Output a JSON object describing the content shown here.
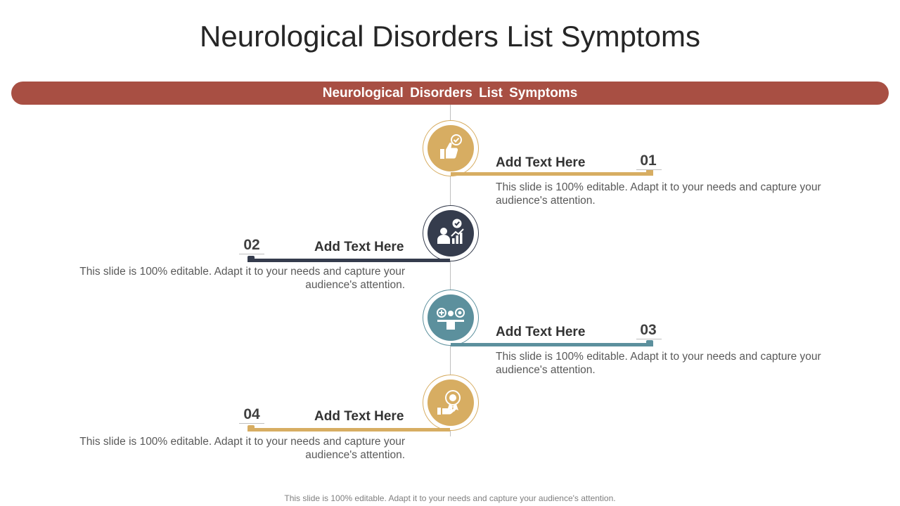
{
  "title": "Neurological Disorders List Symptoms",
  "banner": "Neurological Disorders List Symptoms",
  "colors": {
    "banner": "#a84f43",
    "gold": "#d7ad62",
    "navy": "#353c4d",
    "teal": "#5c909d"
  },
  "items": [
    {
      "number": "01",
      "heading": "Add Text Here",
      "description": "This slide is 100% editable. Adapt it to your needs and capture your audience's attention.",
      "icon": "thumbs-up-check-icon",
      "color": "#d7ad62"
    },
    {
      "number": "02",
      "heading": "Add Text Here",
      "description": "This slide is 100% editable. Adapt it to your needs and capture your audience's attention.",
      "icon": "person-growth-chart-icon",
      "color": "#353c4d"
    },
    {
      "number": "03",
      "heading": "Add Text Here",
      "description": "This slide is 100% editable. Adapt it to your needs and capture your audience's attention.",
      "icon": "person-balance-icon",
      "color": "#5c909d"
    },
    {
      "number": "04",
      "heading": "Add Text Here",
      "description": "This slide is 100% editable. Adapt it to your needs and capture your audience's attention.",
      "icon": "hand-award-badge-icon",
      "color": "#d7ad62"
    }
  ],
  "footer": "This slide is 100% editable. Adapt it to your needs and capture your audience's attention."
}
